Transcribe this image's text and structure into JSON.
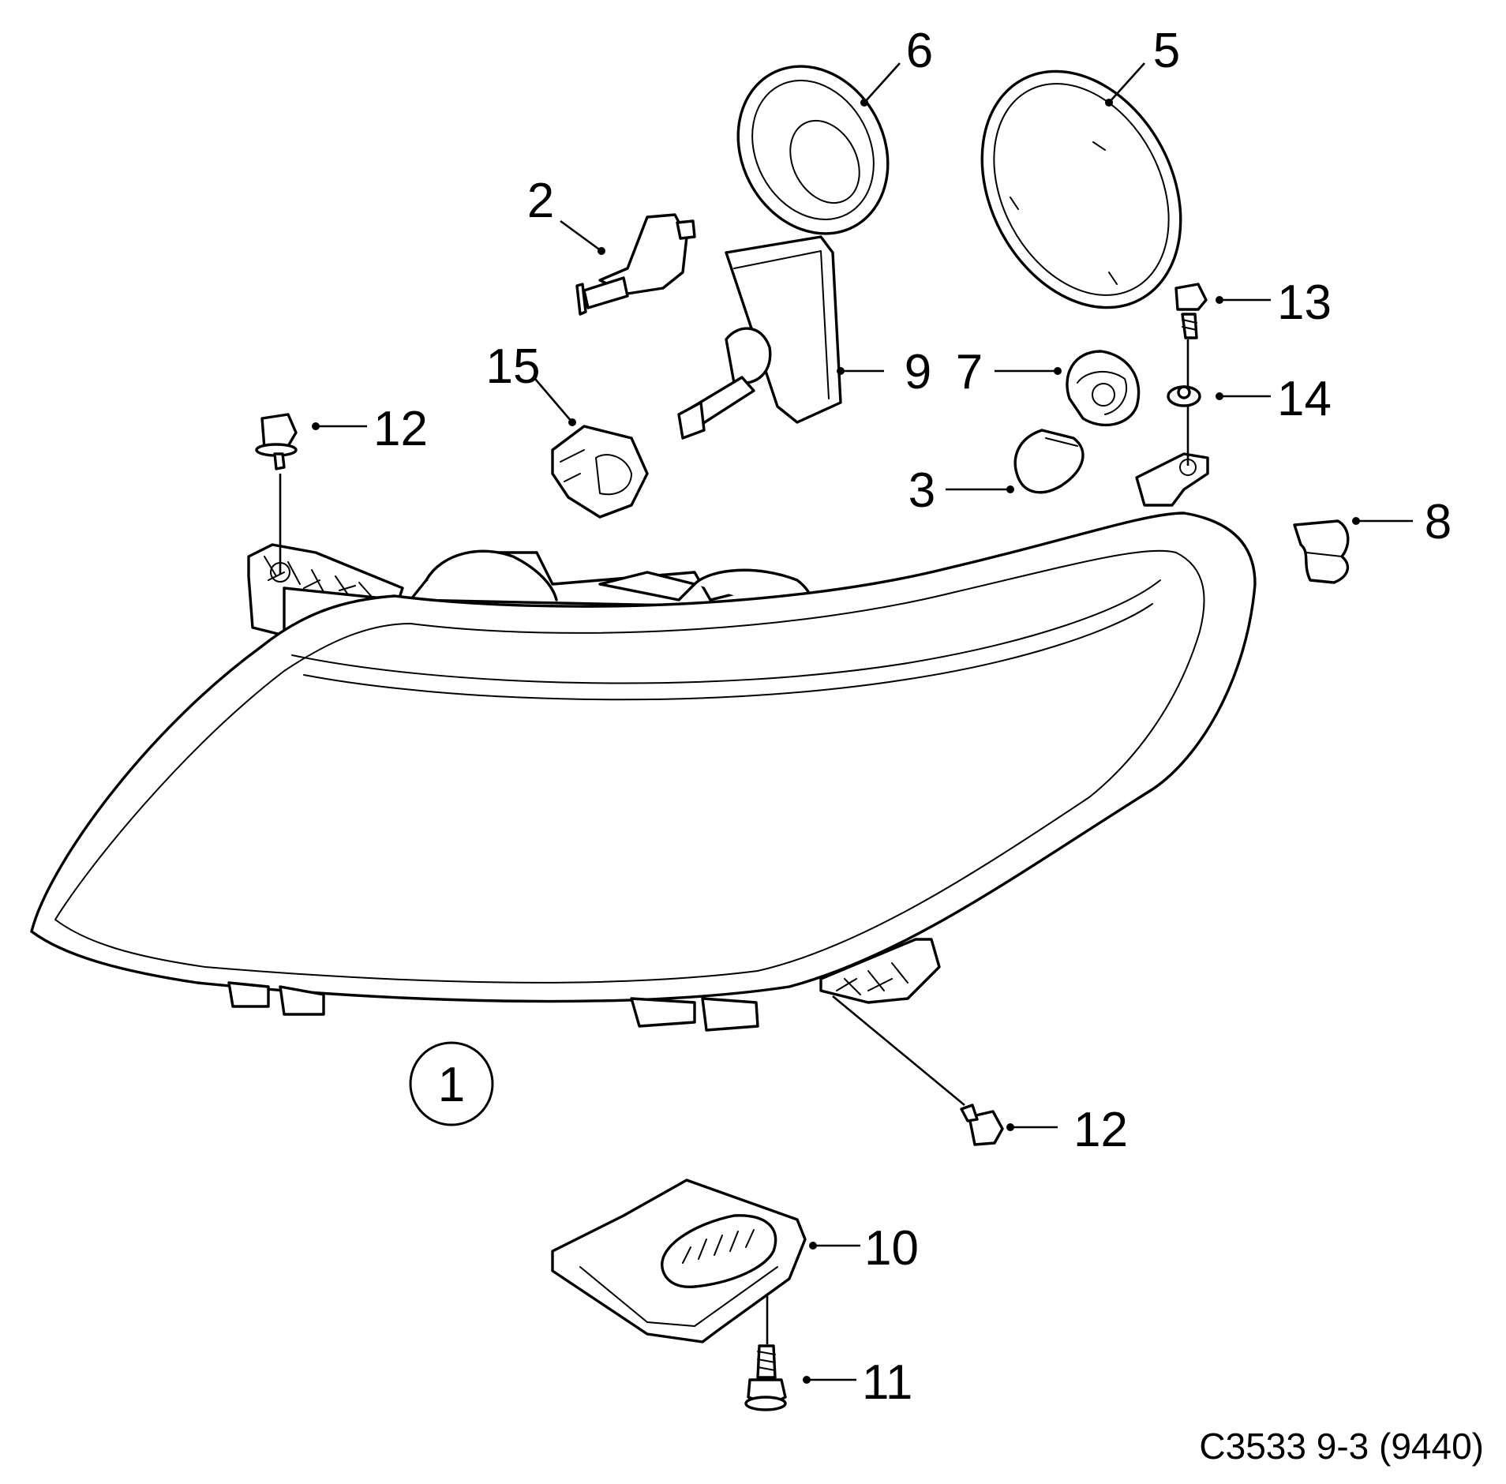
{
  "diagram": {
    "callouts": {
      "c1": "1",
      "c2": "2",
      "c3": "3",
      "c5": "5",
      "c6": "6",
      "c7": "7",
      "c8": "8",
      "c9": "9",
      "c10": "10",
      "c11": "11",
      "c12a": "12",
      "c12b": "12",
      "c13": "13",
      "c14": "14",
      "c15": "15"
    },
    "caption": "C3533 9-3 (9440)"
  },
  "colors": {
    "line": "#000000",
    "background": "#ffffff"
  }
}
